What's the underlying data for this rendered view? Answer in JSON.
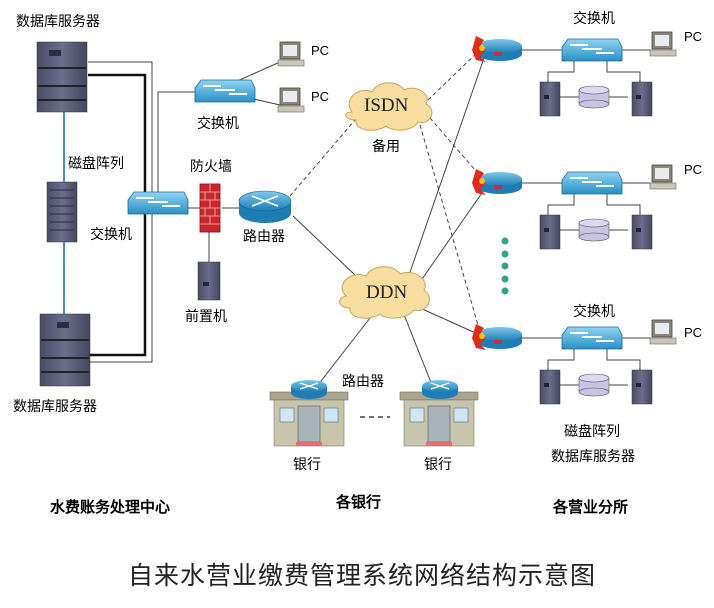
{
  "diagram": {
    "title": "自来水营业缴费管理系统网络结构示意图",
    "sections": {
      "center": "水费账务处理中心",
      "banks": "各银行",
      "branches": "各营业分所"
    },
    "center": {
      "db_server_top": "数据库服务器",
      "disk_array": "磁盘阵列",
      "db_server_bottom": "数据库服务器",
      "core_switch": "交换机",
      "office_switch": "交换机",
      "pc1": "PC",
      "pc2": "PC",
      "firewall": "防火墙",
      "router": "路由器",
      "front_end": "前置机"
    },
    "networks": {
      "isdn": "ISDN",
      "isdn_note": "备用",
      "ddn": "DDN"
    },
    "banks": {
      "router_label": "路由器",
      "bank1": "银行",
      "bank2": "银行"
    },
    "branches": [
      {
        "switch": "交换机",
        "pc": "PC"
      },
      {
        "switch": "",
        "pc": "PC"
      },
      {
        "switch": "交换机",
        "pc": "PC",
        "disk_array": "磁盘阵列",
        "db_server": "数据库服务器"
      }
    ],
    "colors": {
      "switch_blue": "#3fa9d8",
      "cloud_fill": "#f7dda0",
      "firewall_red": "#c8282c",
      "server_gray": "#5a5d78",
      "ellipsis_green": "#2ea57a",
      "san_link": "#4a90c8"
    }
  }
}
